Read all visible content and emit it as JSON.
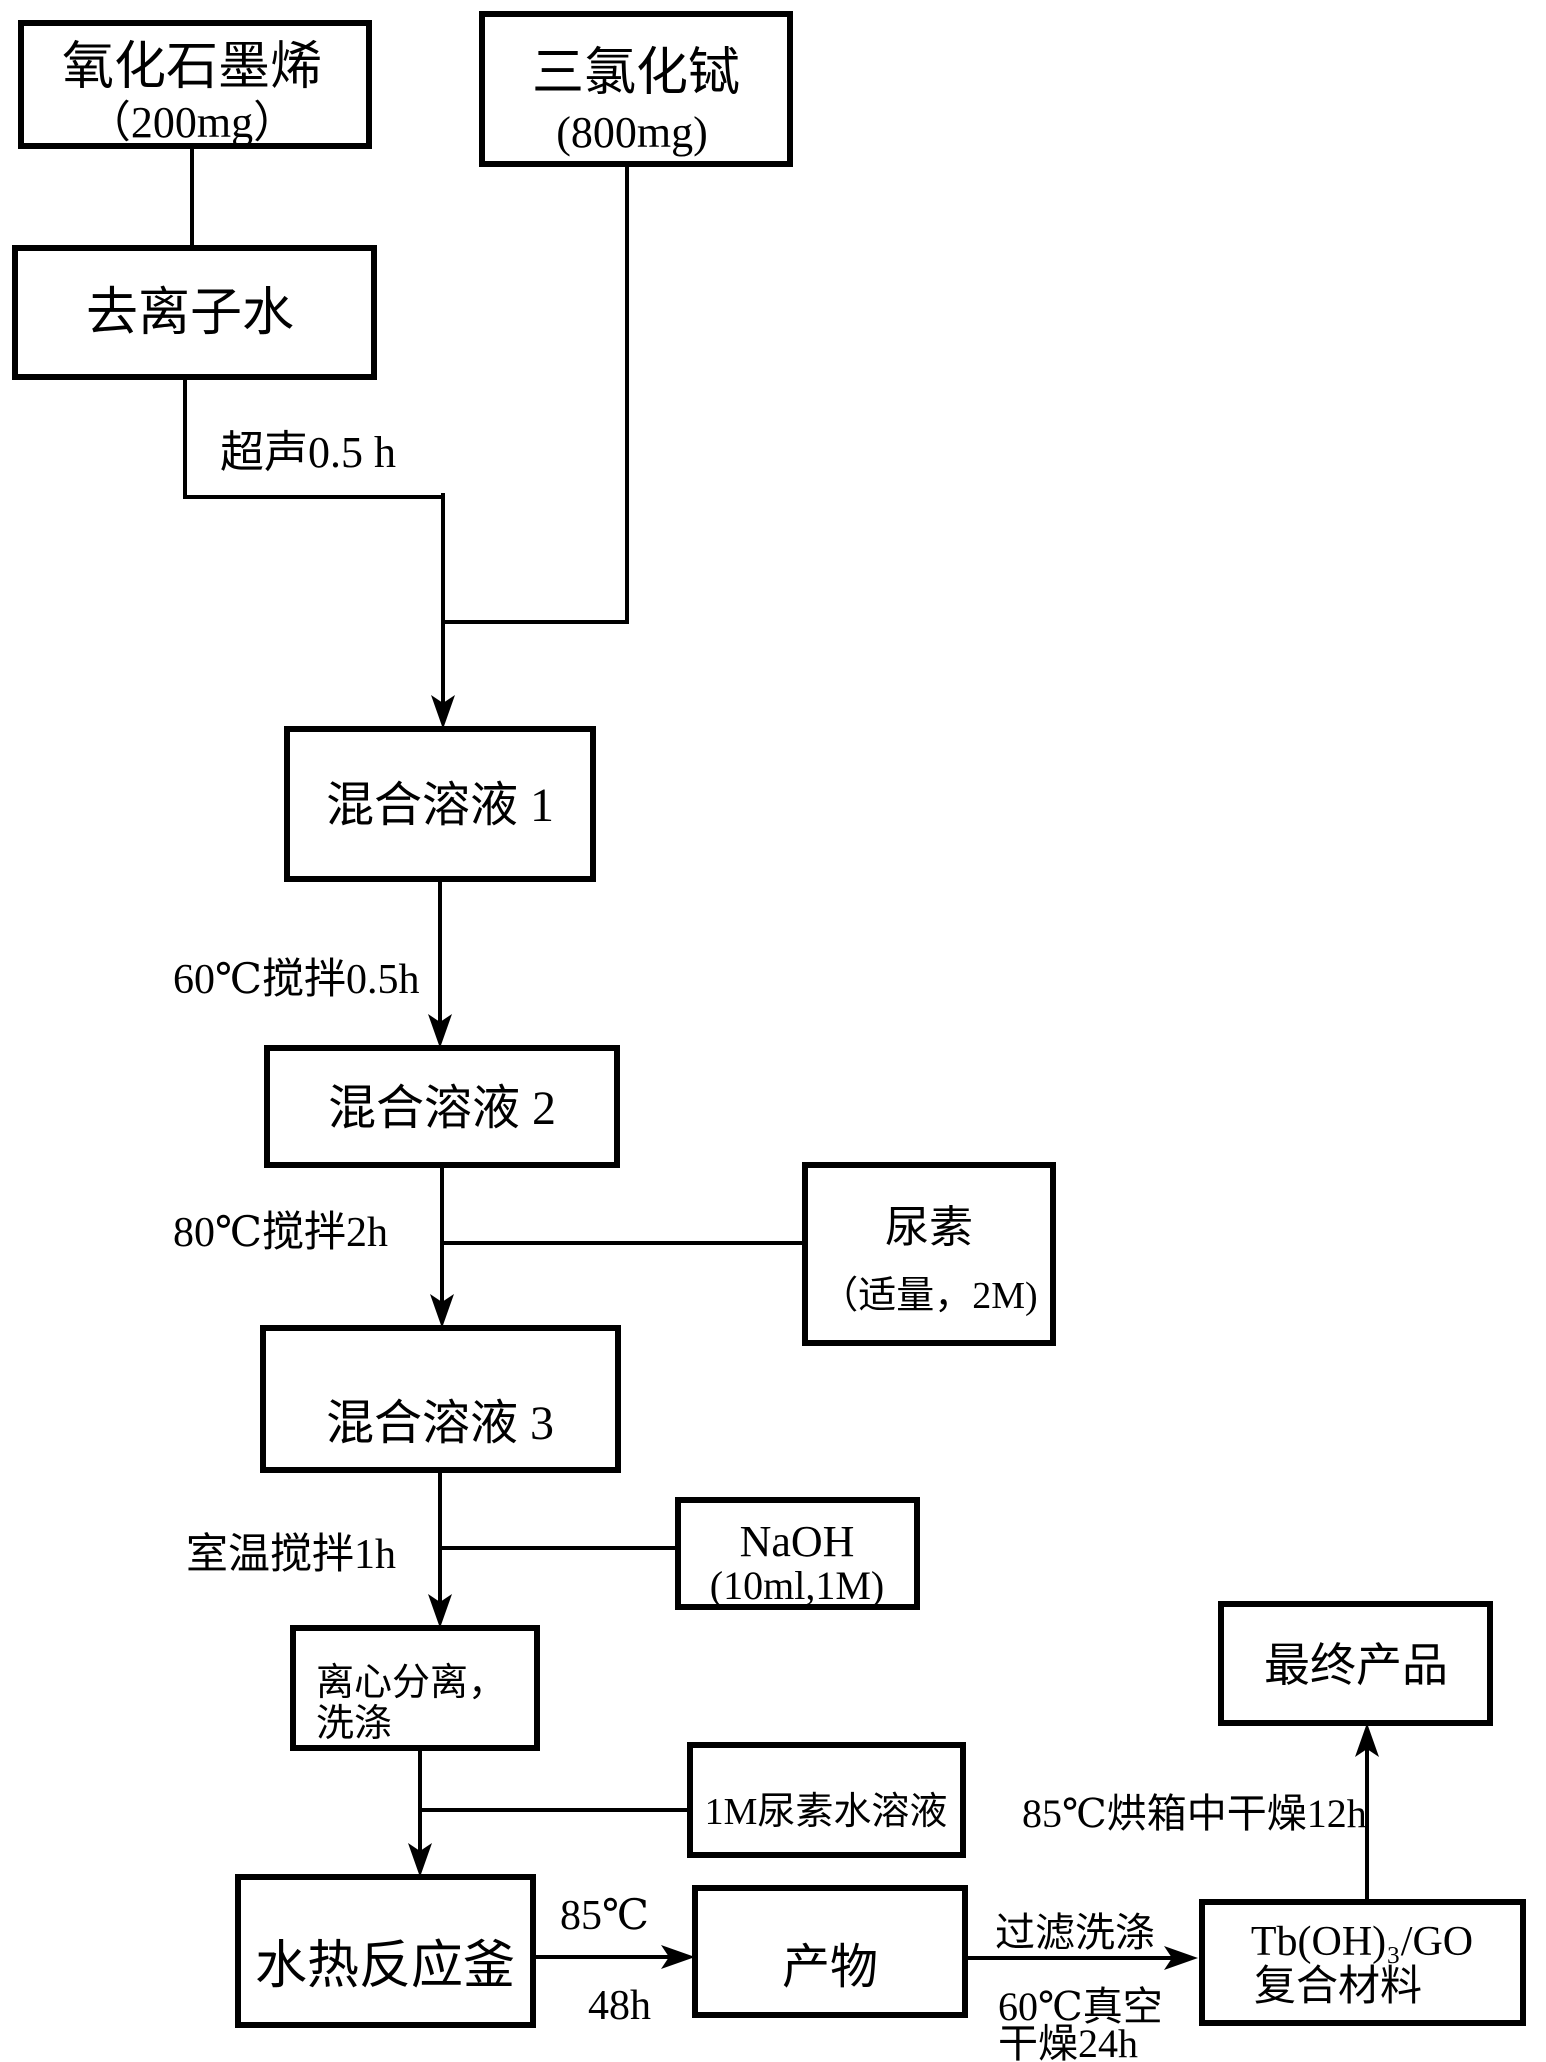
{
  "page": {
    "background_color": "#ffffff",
    "ink_color": "#000000",
    "description_title": "Tb(OH)3/GO composite preparation flowchart"
  },
  "nodes": {
    "graphene_oxide": {
      "line1": "氧化石墨烯",
      "line2": "（200mg）"
    },
    "terbium_trichloride": {
      "line1": "三氯化铽",
      "line2": "(800mg)"
    },
    "deionized_water": {
      "label": "去离子水"
    },
    "mixed_solution_1": {
      "label": "混合溶液 1"
    },
    "mixed_solution_2": {
      "label": "混合溶液 2"
    },
    "urea": {
      "line1": "尿素",
      "line2": "（适量，2M)"
    },
    "mixed_solution_3": {
      "label": "混合溶液 3"
    },
    "naoh": {
      "line1": "NaOH",
      "line2": "(10ml,1M)"
    },
    "centrifuge_wash": {
      "line1": "离心分离，",
      "line2": "洗涤"
    },
    "urea_solution_1m": {
      "label": "1M尿素水溶液"
    },
    "hydrothermal_reactor": {
      "label": "水热反应釜"
    },
    "product": {
      "label": "产物"
    },
    "tb_go_composite": {
      "line1": "Tb(OH)₃/GO",
      "line2": "复合材料"
    },
    "final_product": {
      "label": "最终产品"
    }
  },
  "edge_labels": {
    "ultrasonic": "超声0.5 h",
    "stir_60c": "60℃搅拌0.5h",
    "stir_80c": "80℃搅拌2h",
    "stir_room_temp": "室温搅拌1h",
    "temp_85c": "85℃",
    "time_48h": "48h",
    "filter_wash": "过滤洗涤",
    "vacuum_60c": "60℃真空",
    "dry_24h": "干燥24h",
    "oven_dry_85c_12h": "85℃烘箱中干燥12h"
  },
  "edges": [
    {
      "from": "graphene_oxide",
      "to": "deionized_water",
      "label": ""
    },
    {
      "from": "deionized_water",
      "to": "mixed_solution_1",
      "label": "超声0.5 h"
    },
    {
      "from": "terbium_trichloride",
      "to": "mixed_solution_1",
      "label": ""
    },
    {
      "from": "mixed_solution_1",
      "to": "mixed_solution_2",
      "label": "60℃搅拌0.5h"
    },
    {
      "from": "mixed_solution_2",
      "to": "mixed_solution_3",
      "label": "80℃搅拌2h"
    },
    {
      "from": "urea",
      "to": "mixed_solution_3",
      "label": ""
    },
    {
      "from": "mixed_solution_3",
      "to": "centrifuge_wash",
      "label": "室温搅拌1h"
    },
    {
      "from": "naoh",
      "to": "centrifuge_wash",
      "label": ""
    },
    {
      "from": "centrifuge_wash",
      "to": "hydrothermal_reactor",
      "label": ""
    },
    {
      "from": "urea_solution_1m",
      "to": "hydrothermal_reactor",
      "label": ""
    },
    {
      "from": "hydrothermal_reactor",
      "to": "product",
      "label": "85℃ 48h"
    },
    {
      "from": "product",
      "to": "tb_go_composite",
      "label": "过滤洗涤 60℃真空 干燥24h"
    },
    {
      "from": "tb_go_composite",
      "to": "final_product",
      "label": "85℃烘箱中干燥12h"
    }
  ]
}
